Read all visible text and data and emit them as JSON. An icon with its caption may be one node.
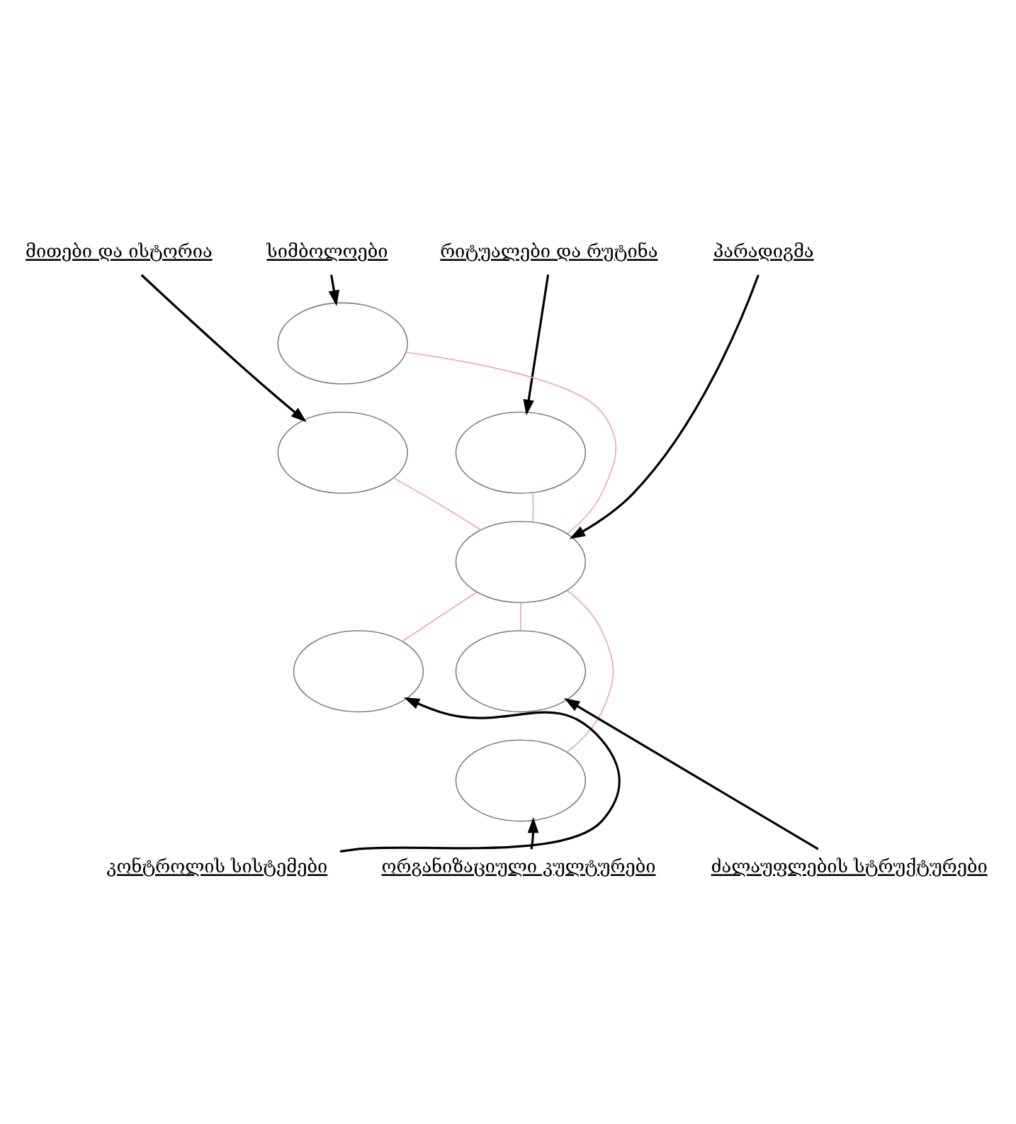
{
  "diagram": {
    "nodes": [
      {
        "text": [
          "სიმბოლოები"
        ]
      },
      {
        "text": [
          "რიტუალები და რუტინა"
        ]
      },
      {
        "text": [
          "მითები და ისტორია"
        ]
      },
      {
        "text": [
          "პარადიგმა"
        ]
      },
      {
        "text": [],
        "shape": "ellipse"
      },
      {
        "text": [],
        "shape": "ellipse"
      },
      {
        "text": [],
        "shape": "ellipse"
      },
      {
        "text": [],
        "shape": "ellipse"
      },
      {
        "text": [],
        "shape": "ellipse"
      },
      {
        "text": [],
        "shape": "ellipse"
      },
      {
        "text": [],
        "shape": "ellipse"
      },
      {
        "text": [
          "კონტროლის სისტემები"
        ]
      },
      {
        "text": [
          "ორგანიზაციული კულტურები"
        ]
      },
      {
        "text": [
          "ძალაუფლების სტრუქტურები"
        ]
      }
    ],
    "edges": [
      {
        "from": 0,
        "to": 4,
        "arrow": "to"
      },
      {
        "from": 1,
        "to": 5,
        "arrow": "to"
      },
      {
        "from": 2,
        "to": 6,
        "arrow": "to"
      },
      {
        "from": 3,
        "to": 7,
        "arrow": "to"
      },
      {
        "from": 11,
        "to": 8,
        "arrow": "to"
      },
      {
        "from": 12,
        "to": 10,
        "arrow": "to"
      },
      {
        "from": 13,
        "to": 9,
        "arrow": "to"
      },
      {
        "from": 7,
        "to": 4,
        "arrow": "none",
        "color": "#e8a8a0"
      },
      {
        "from": 7,
        "to": 5,
        "arrow": "none",
        "color": "#e8a8a0"
      },
      {
        "from": 7,
        "to": 6,
        "arrow": "none",
        "color": "#e8a8a0"
      },
      {
        "from": 7,
        "to": 8,
        "arrow": "none",
        "color": "#e8a8a0"
      },
      {
        "from": 7,
        "to": 9,
        "arrow": "none",
        "color": "#e8a8a0"
      },
      {
        "from": 7,
        "to": 10,
        "arrow": "none",
        "color": "#e8a8a0"
      }
    ]
  }
}
